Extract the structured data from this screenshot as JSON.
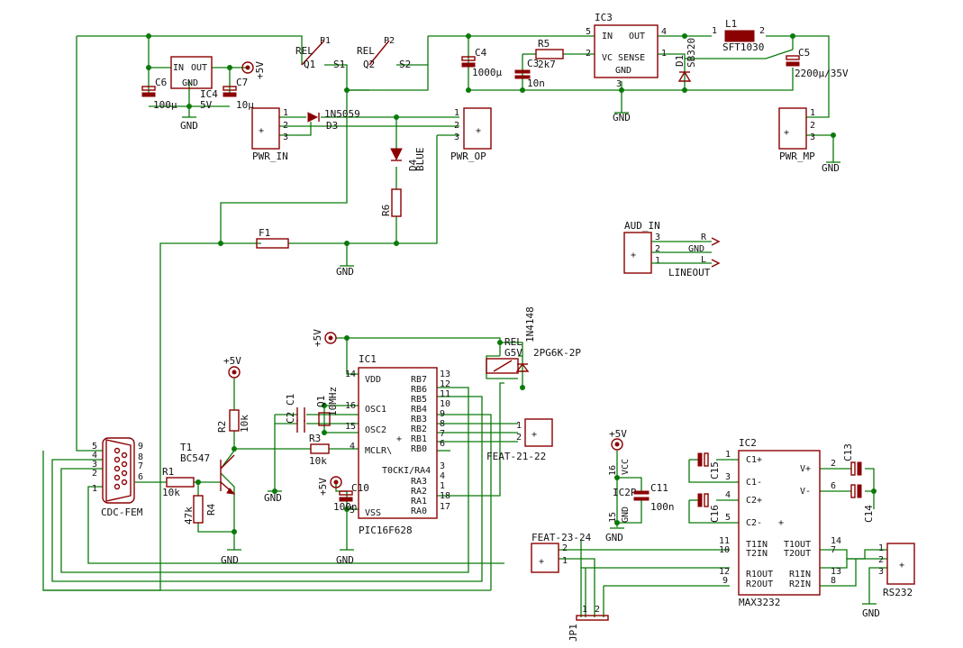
{
  "labels": {
    "rel1": "REL",
    "p1": "P1",
    "q1": "Q1",
    "s1": "S1",
    "rel2": "REL",
    "p2": "P2",
    "q2": "Q2",
    "s2": "S2",
    "c6": "C6",
    "c6v": "100µ",
    "ic4": "IC4",
    "ic4v": "5V",
    "ic4in": "IN",
    "ic4out": "OUT",
    "ic4gnd": "GND",
    "c7": "C7",
    "c7v": "10µ",
    "p5v_top": "+5V",
    "gnd1": "GND",
    "c4": "C4",
    "c4v": "1000µ",
    "c3": "C3",
    "c3v": "10n",
    "r5": "R5",
    "r5v": "2k7",
    "ic3": "IC3",
    "ic3in": "IN",
    "ic3out": "OUT",
    "ic3vc": "VC SENSE",
    "ic3gnd": "GND",
    "d1": "D1",
    "d1v": "SB320",
    "l1": "L1",
    "l1v": "SFT1030",
    "c5": "C5",
    "c5v": "2200µ/35V",
    "gnd_ic3": "GND",
    "pwr_mp": "PWR_MP",
    "gnd_mp": "GND",
    "pwr_in": "PWR_IN",
    "d3": "D3",
    "d3v": "1N5059",
    "d4": "D4",
    "d4v": "BLUE",
    "pwr_op": "PWR_OP",
    "r6": "R6",
    "f1": "F1",
    "gnd_f1": "GND",
    "aud_in": "AUD_IN",
    "aud_r": "R",
    "aud_gnd": "GND",
    "aud_l": "L",
    "lineout": "LINEOUT",
    "p5v_ic1": "+5V",
    "rel_k": "REL",
    "rel_g": "G5V",
    "rel_type": "2PG6K-2P",
    "diode": "1N4148",
    "ic1": "IC1",
    "ic1_part": "PIC16F628",
    "vdd": "VDD",
    "osc1": "OSC1",
    "osc2": "OSC2",
    "mclr": "MCLR\\",
    "vss": "VSS",
    "rb7": "RB7",
    "rb6": "RB6",
    "rb5": "RB5",
    "rb4": "RB4",
    "rb3": "RB3",
    "rb2": "RB2",
    "rb1": "RB1",
    "rb0": "RB0",
    "t0cki": "T0CKI/RA4",
    "ra3": "RA3",
    "ra2": "RA2",
    "ra1": "RA1",
    "ra0": "RA0",
    "c1": "C1",
    "c2": "C2",
    "q1x": "Q1",
    "xtal": "10MHz",
    "r3": "R3",
    "r3v": "10k",
    "c10": "C10",
    "c10v": "100n",
    "p5v_c10": "+5V",
    "gnd_osc": "GND",
    "gnd_ic1": "GND",
    "p5v_r2": "+5V",
    "r2": "R2",
    "r2v": "10k",
    "t1": "T1",
    "t1v": "BC547",
    "r1": "R1",
    "r1v": "10k",
    "r4": "R4",
    "r4v": "47k",
    "gnd_t1": "GND",
    "cdc_fem": "CDC-FEM",
    "feat2122": "FEAT-21-22",
    "feat2324": "FEAT-23-24",
    "p5v_ic2": "+5V",
    "ic2p": "IC2P",
    "vcc": "VCC",
    "c11": "C11",
    "c11v": "100n",
    "gnd_ic2p": "GND",
    "ic2": "IC2",
    "ic2_part": "MAX3232",
    "c1p": "C1+",
    "c1m": "C1-",
    "c2p": "C2+",
    "c2m": "C2-",
    "vp": "V+",
    "vm": "V-",
    "t1in": "T1IN",
    "t2in": "T2IN",
    "r1out": "R1OUT",
    "r2out": "R2OUT",
    "t1out": "T1OUT",
    "t2out": "T2OUT",
    "r1in": "R1IN",
    "r2in": "R2IN",
    "c15": "C15",
    "c16": "C16",
    "c13": "C13",
    "c14": "C14",
    "rs232": "RS232",
    "gnd_rs": "GND",
    "jp1": "JP1"
  },
  "pins": {
    "one": "1",
    "two": "2",
    "three": "3",
    "four": "4",
    "five": "5",
    "six": "6",
    "seven": "7",
    "eight": "8",
    "nine": "9",
    "ten": "10",
    "eleven": "11",
    "twelve": "12",
    "thirteen": "13",
    "fourteen": "14",
    "fifteen": "15",
    "sixteen": "16",
    "seventeen": "17",
    "eighteen": "18"
  }
}
